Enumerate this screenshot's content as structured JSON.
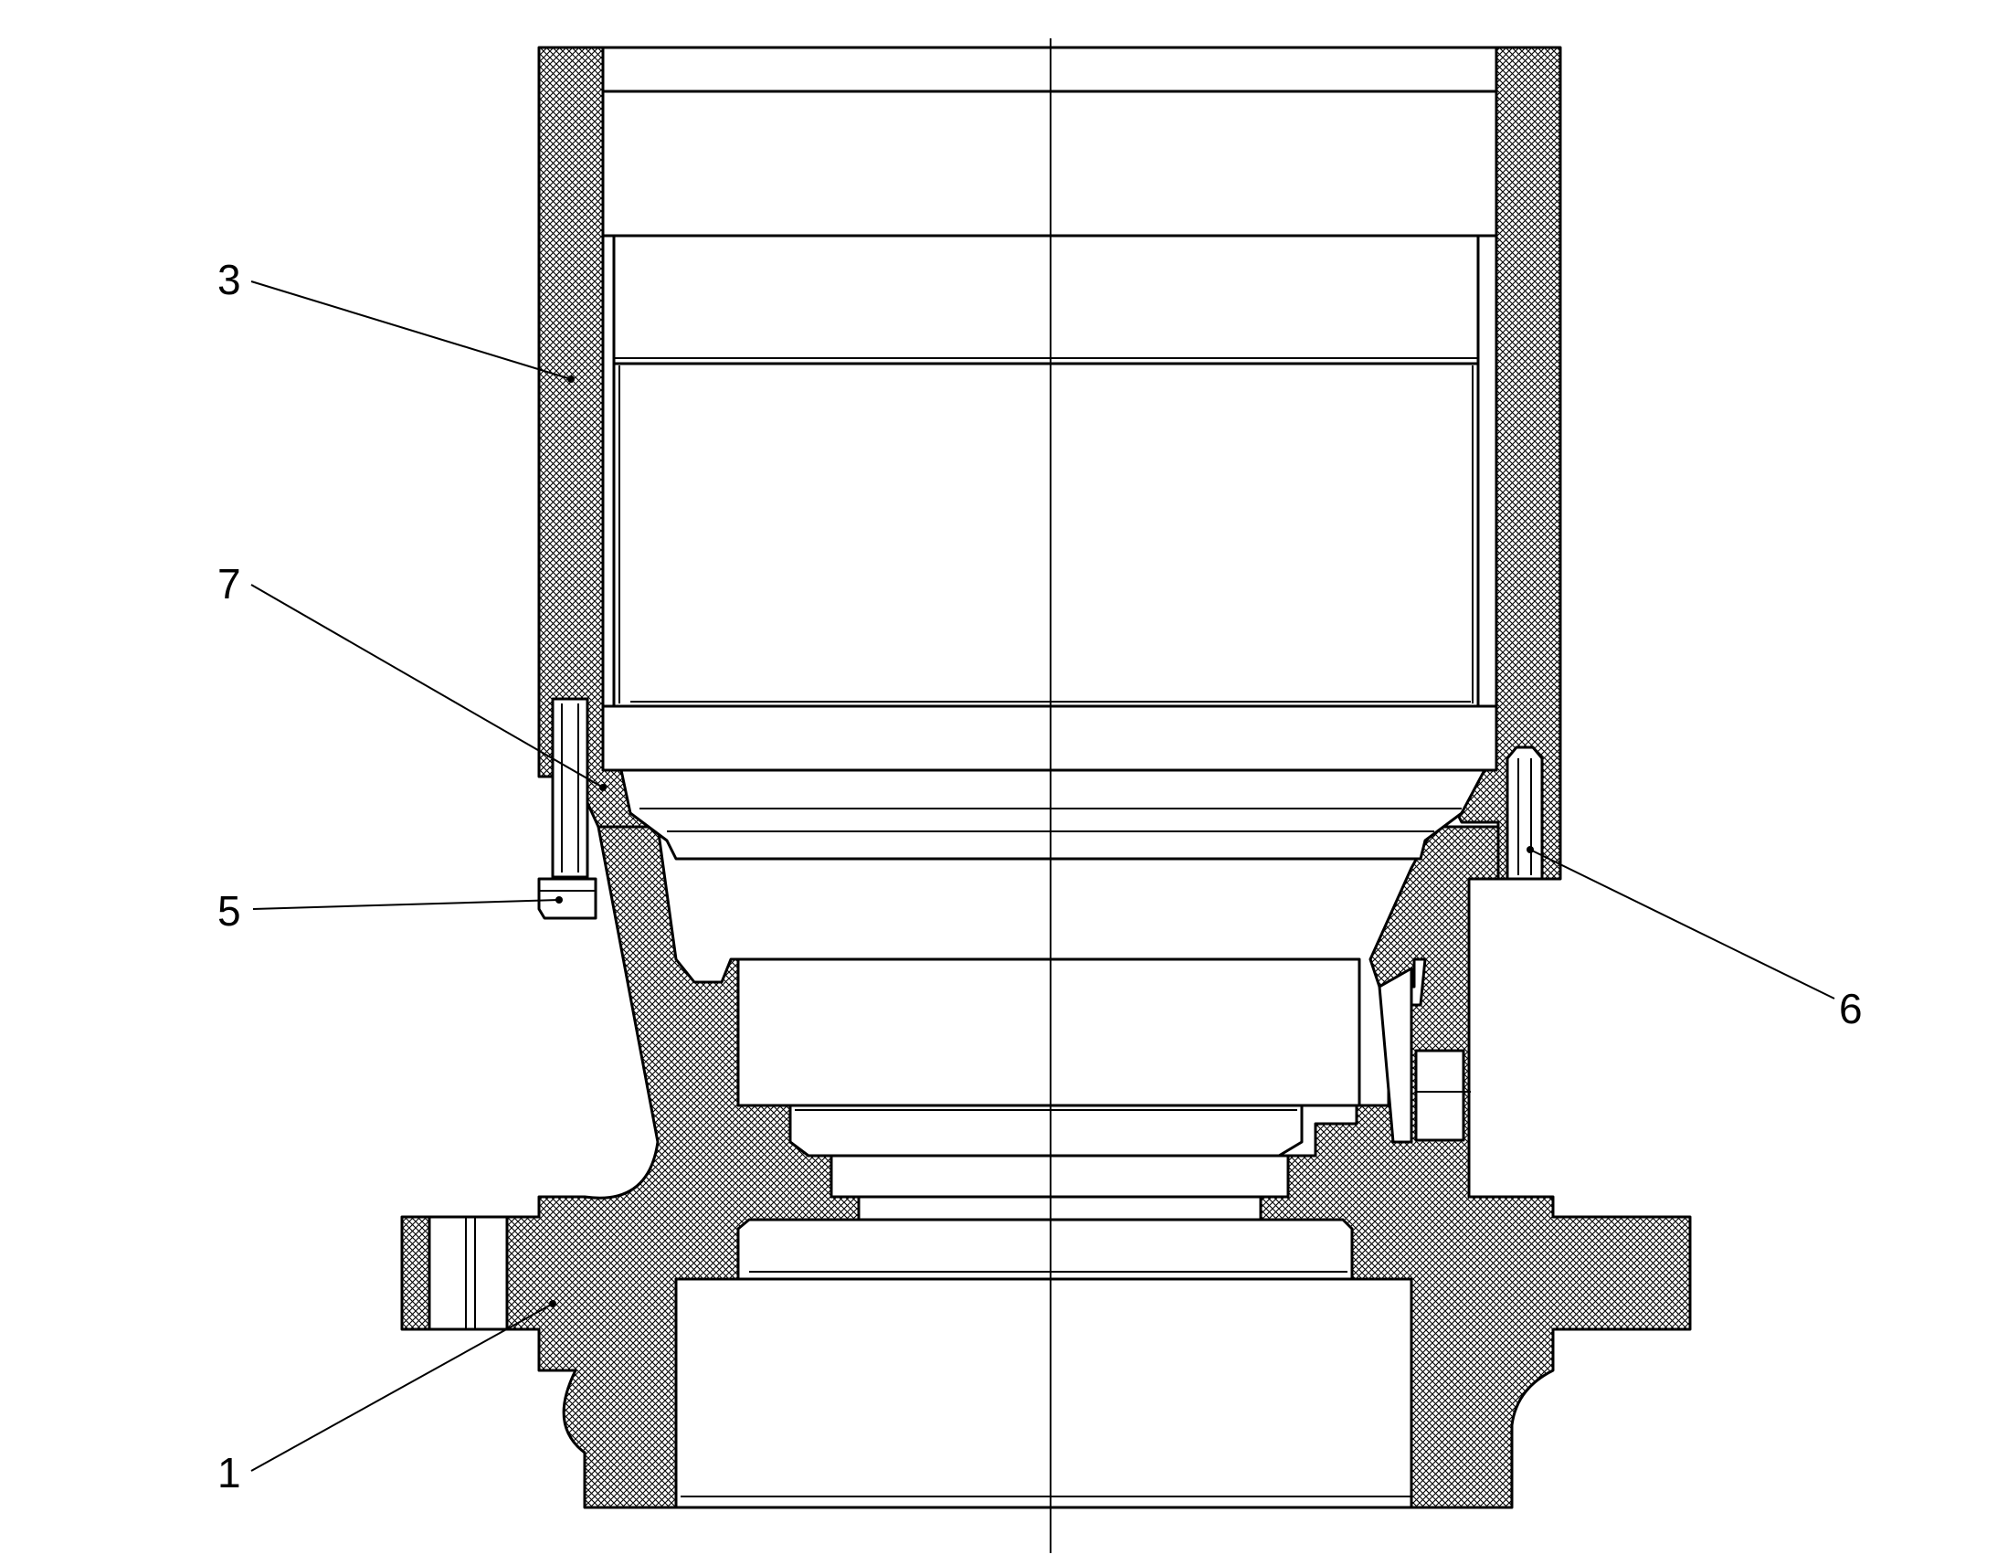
{
  "drawing": {
    "callouts": [
      {
        "id": "3",
        "label": "3"
      },
      {
        "id": "7",
        "label": "7"
      },
      {
        "id": "5",
        "label": "5"
      },
      {
        "id": "6",
        "label": "6"
      },
      {
        "id": "1",
        "label": "1"
      }
    ]
  }
}
